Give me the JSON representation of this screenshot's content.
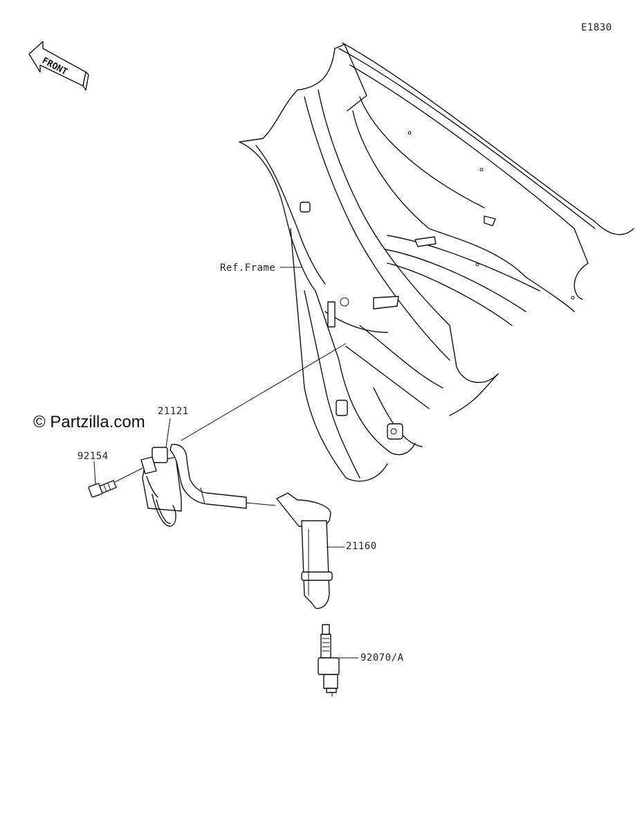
{
  "diagram_code": "E1830",
  "front_label": "FRONT",
  "watermark": "© Partzilla.com",
  "parts": {
    "frame_ref": "Ref.Frame",
    "ignition_coil": "21121",
    "bolt": "92154",
    "plug_cap": "21160",
    "spark_plug": "92070/A"
  }
}
